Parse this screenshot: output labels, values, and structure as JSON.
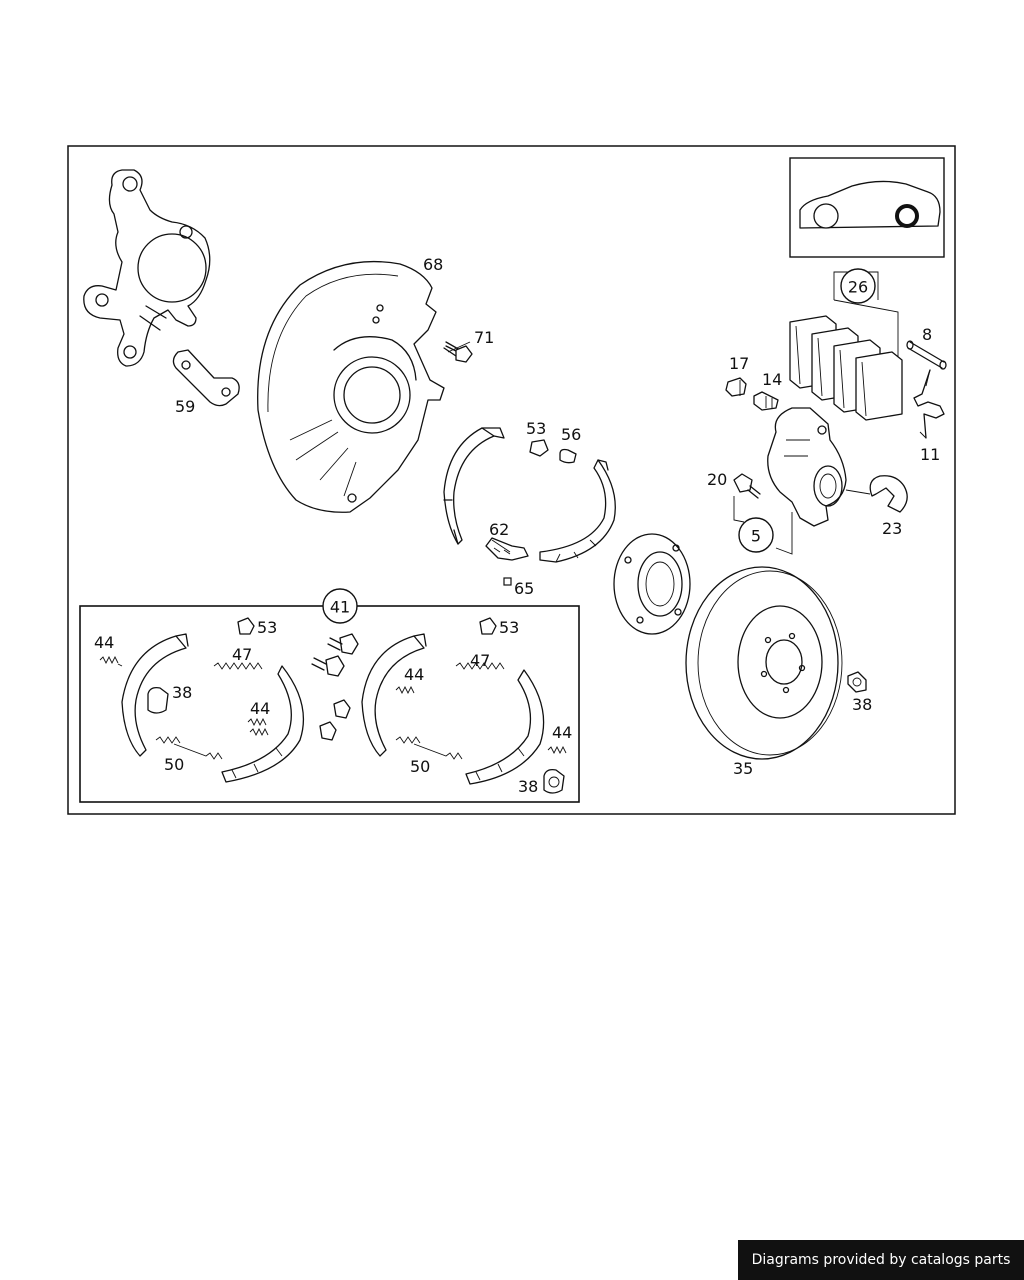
{
  "callouts": {
    "c68": "68",
    "c71": "71",
    "c59": "59",
    "c53a": "53",
    "c56": "56",
    "c62": "62",
    "c65": "65",
    "c26": "26",
    "c8": "8",
    "c17": "17",
    "c14": "14",
    "c11": "11",
    "c20": "20",
    "c5": "5",
    "c23": "23",
    "c41": "41",
    "c53b": "53",
    "c53c": "53",
    "c44a": "44",
    "c47a": "47",
    "c38a": "38",
    "c44b": "44",
    "c50a": "50",
    "c44c": "44",
    "c47b": "47",
    "c44d": "44",
    "c50b": "50",
    "c38b": "38",
    "c38c": "38",
    "c35": "35"
  },
  "footer": {
    "credit": "Diagrams provided by catalogs parts"
  }
}
